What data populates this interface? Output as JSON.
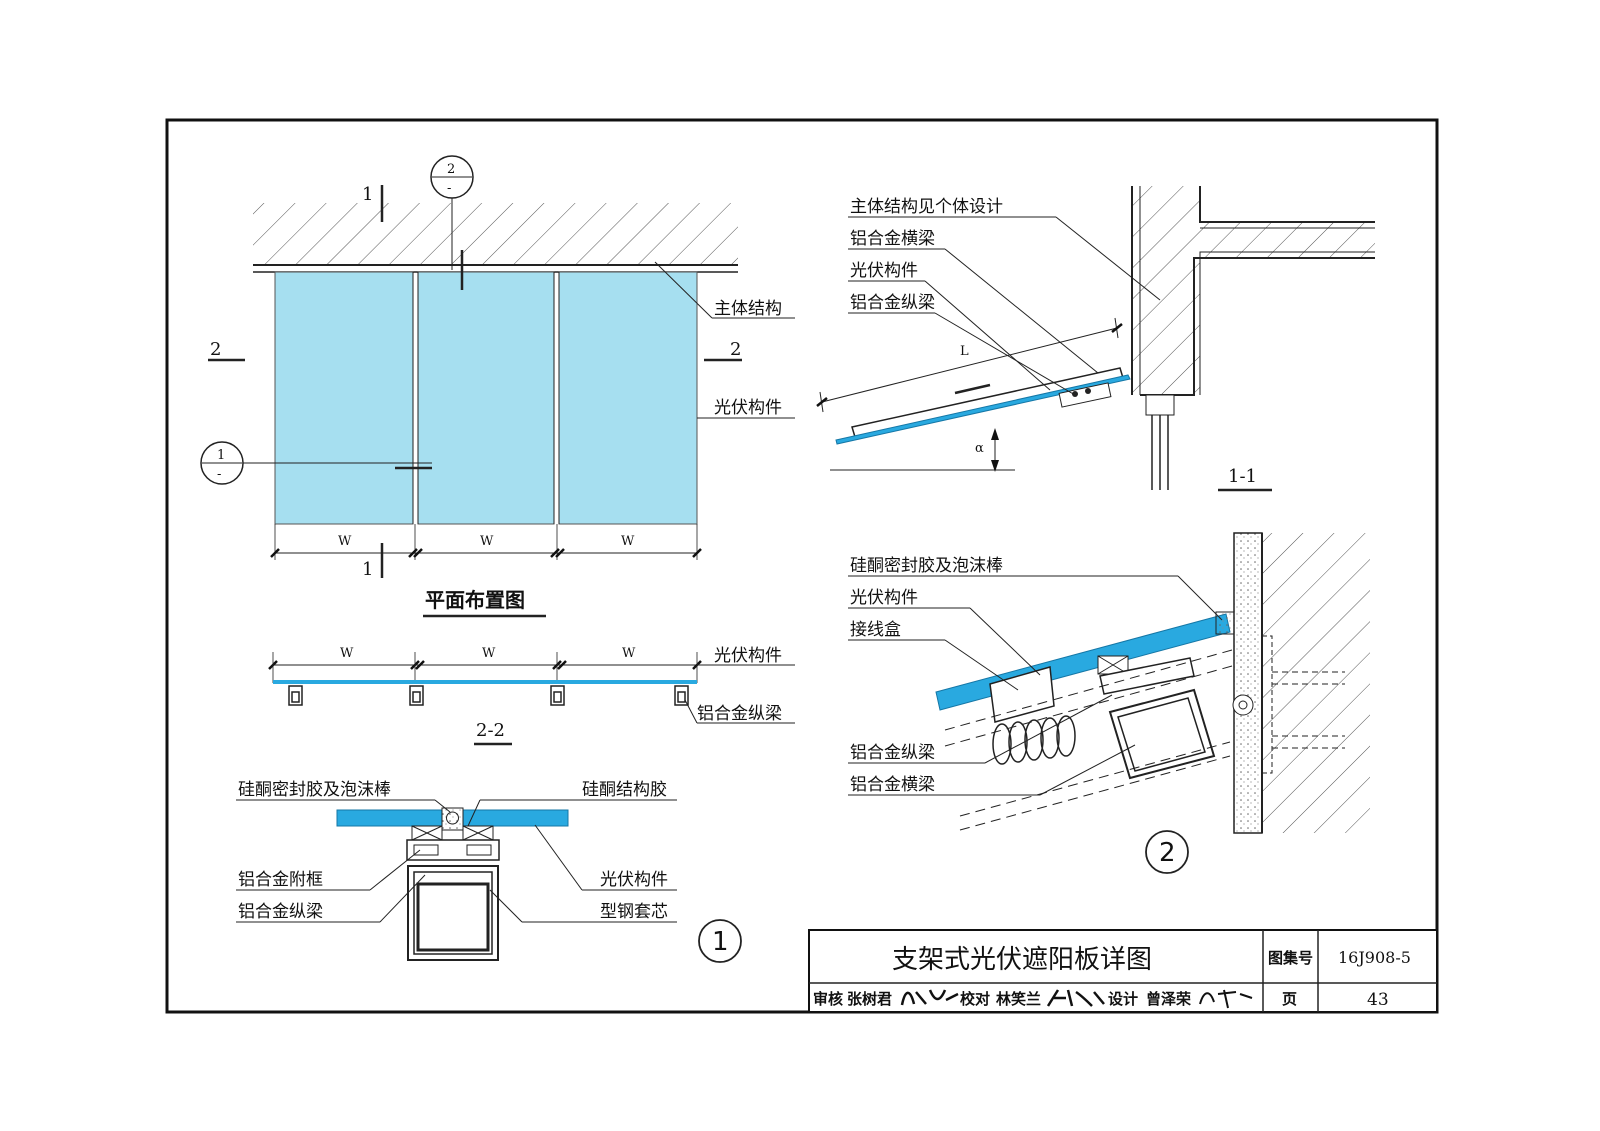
{
  "plan": {
    "title": "平面布置图",
    "section_mark_1": "1",
    "section_mark_2": "2",
    "detail_ref_1_top": "1",
    "detail_ref_1_bottom": "-",
    "detail_ref_2_top": "2",
    "detail_ref_2_bottom": "-",
    "width_label": "W",
    "label_main_structure": "主体结构",
    "label_pv": "光伏构件"
  },
  "section_22": {
    "title": "2-2",
    "width_label": "W",
    "label_pv": "光伏构件",
    "label_beam": "铝合金纵梁"
  },
  "detail_1": {
    "number": "1",
    "label_sealant": "硅酮密封胶及泡沫棒",
    "label_struct_glue": "硅酮结构胶",
    "label_sub_frame": "铝合金附框",
    "label_long_beam": "铝合金纵梁",
    "label_pv": "光伏构件",
    "label_steel_core": "型钢套芯"
  },
  "section_11": {
    "title": "1-1",
    "label_structure": "主体结构见个体设计",
    "label_cross_beam": "铝合金横梁",
    "label_pv": "光伏构件",
    "label_long_beam": "铝合金纵梁",
    "dim_L": "L",
    "angle": "α"
  },
  "detail_2": {
    "number": "2",
    "label_sealant": "硅酮密封胶及泡沫棒",
    "label_pv": "光伏构件",
    "label_junction": "接线盒",
    "label_long_beam": "铝合金纵梁",
    "label_cross_beam": "铝合金横梁"
  },
  "title_block": {
    "title": "支架式光伏遮阳板详图",
    "atlas_label": "图集号",
    "atlas_no": "16J908-5",
    "review_label": "审核",
    "reviewer": "张树君",
    "check_label": "校对",
    "checker": "林笑兰",
    "design_label": "设计",
    "designer": "曾泽荣",
    "page_label": "页",
    "page_no": "43"
  },
  "colors": {
    "pv": "#a6dff0",
    "pv_edge": "#29a9e0",
    "line": "#222222"
  }
}
